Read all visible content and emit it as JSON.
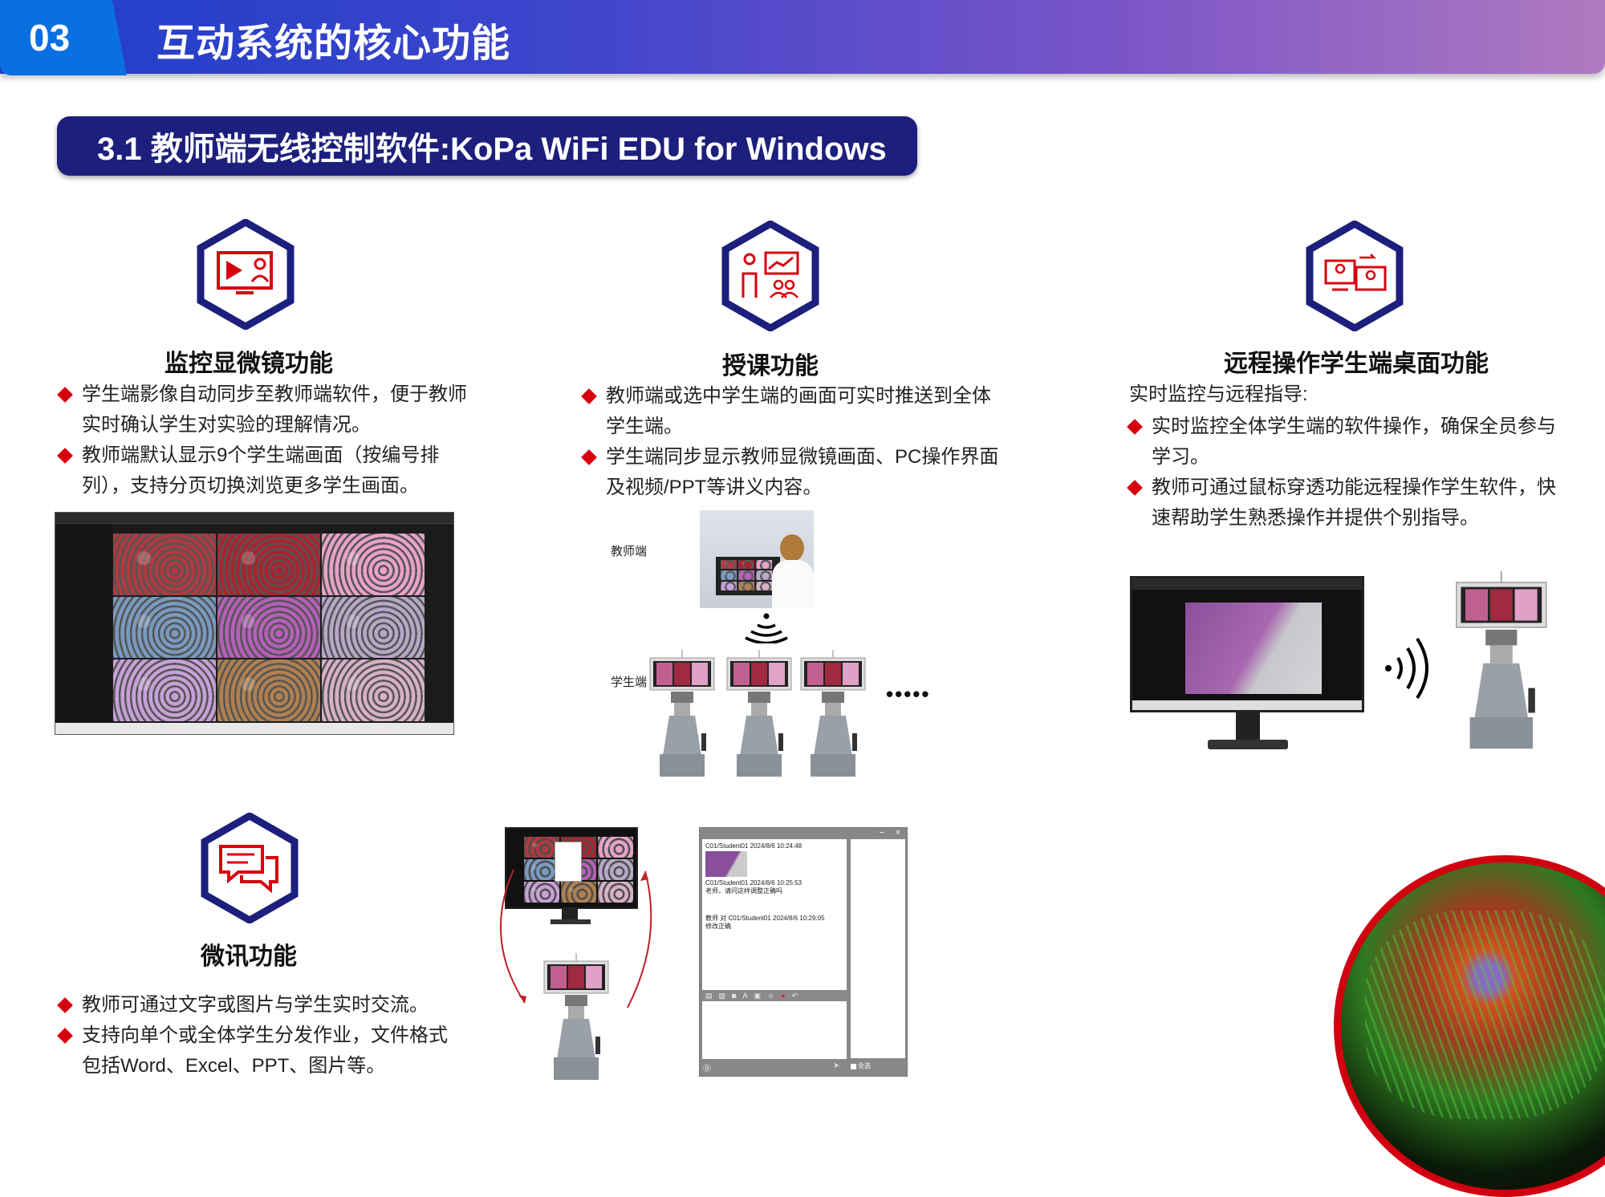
{
  "header": {
    "number": "03",
    "title": "互动系统的核心功能"
  },
  "subtitle": "3.1 教师端无线控制软件:KoPa WiFi EDU for Windows",
  "colors": {
    "accent_red": "#d7000f",
    "navy": "#1c1f7c",
    "header_blue": "#1f3ec9"
  },
  "features": [
    {
      "icon": "monitor-play-user-icon",
      "title": "监控显微镜功能",
      "bullets": [
        "学生端影像自动同步至教师端软件，便于教师实时确认学生对实验的理解情况。",
        "教师端默认显示9个学生端画面（按编号排列），支持分页切换浏览更多学生画面。"
      ]
    },
    {
      "icon": "teacher-presentation-icon",
      "title": "授课功能",
      "bullets": [
        "教师端或选中学生端的画面可实时推送到全体学生端。",
        "学生端同步显示教师显微镜画面、PC操作界面及视频/PPT等讲义内容。"
      ],
      "diagram": {
        "teacher_label": "教师端",
        "student_label": "学生端",
        "more": "•••••"
      }
    },
    {
      "icon": "remote-desktop-icon",
      "title": "远程操作学生端桌面功能",
      "intro": "实时监控与远程指导:",
      "bullets": [
        "实时监控全体学生端的软件操作，确保全员参与学习。",
        "教师可通过鼠标穿透功能远程操作学生软件，快速帮助学生熟悉操作并提供个别指导。"
      ]
    },
    {
      "icon": "chat-bubbles-icon",
      "title": "微讯功能",
      "bullets": [
        "教师可通过文字或图片与学生实时交流。",
        "支持向单个或全体学生分发作业，文件格式包括Word、Excel、PPT、图片等。"
      ]
    }
  ],
  "chat": {
    "minimize": "−",
    "close": "×",
    "msg1_head": "C01/Student01 2024/8/6 10:24:48",
    "msg2_head": "C01/Student01 2024/8/6 10:25:53",
    "msg2_body": "老师，请问这样调整正确吗",
    "msg3_head": "教师 对 C01/Student01 2024/8/6 10:29:05",
    "msg3_body": "修改正确",
    "select_all": "全选"
  }
}
